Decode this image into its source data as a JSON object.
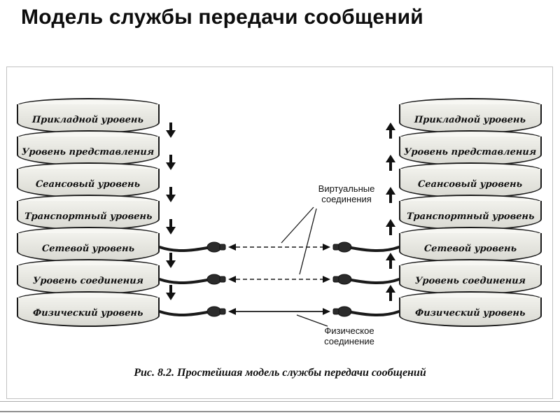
{
  "slide": {
    "title": "Модель службы передачи сообщений"
  },
  "figure": {
    "caption": "Рис. 8.2. Простейшая модель службы передачи сообщений",
    "layers": [
      "Прикладной уровень",
      "Уровень представления",
      "Сеансовый уровень",
      "Транспортный уровень",
      "Сетевой уровень",
      "Уровень соединения",
      "Физический уровень"
    ],
    "virtual_label": "Виртуальные\nсоединения",
    "physical_label": "Физическое\nсоединение"
  },
  "colors": {
    "ink": "#1a1a1a",
    "paper": "#ffffff",
    "frame_border": "#c2c2c2"
  }
}
